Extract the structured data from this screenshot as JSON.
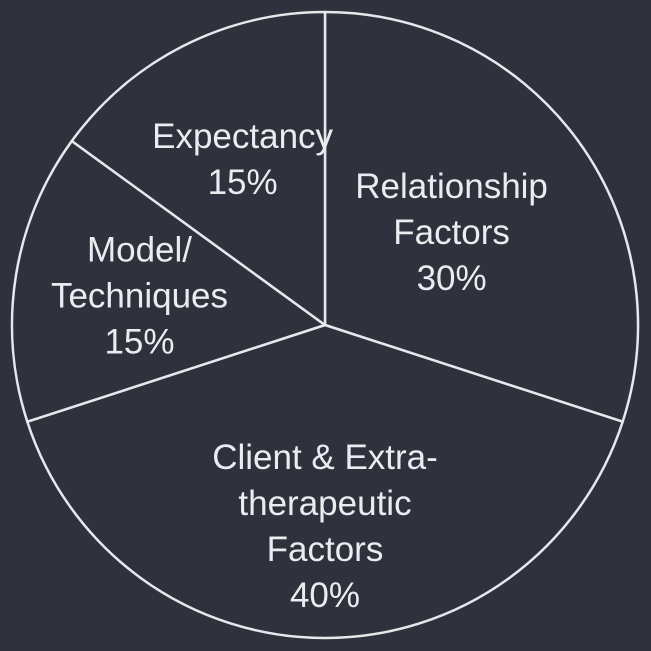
{
  "chart_data": {
    "type": "pie",
    "title": "",
    "slices": [
      {
        "lines": [
          "Relationship",
          "Factors"
        ],
        "value": 30,
        "value_label": "30%"
      },
      {
        "lines": [
          "Client & Extra-",
          "therapeutic",
          "Factors"
        ],
        "value": 40,
        "value_label": "40%"
      },
      {
        "lines": [
          "Model/",
          "Techniques"
        ],
        "value": 15,
        "value_label": "15%"
      },
      {
        "lines": [
          "Expectancy"
        ],
        "value": 15,
        "value_label": "15%"
      }
    ],
    "start_angle_deg": 0,
    "direction": "clockwise",
    "legend": "none"
  },
  "colors": {
    "background": "#2f323d",
    "slice_fill": "#2f323d",
    "stroke": "#e8e8ec",
    "text": "#ececf0"
  }
}
